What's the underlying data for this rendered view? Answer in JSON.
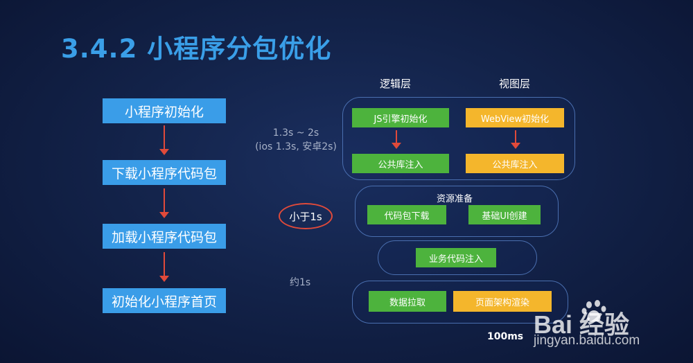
{
  "title": "3.4.2 小程序分包优化",
  "steps": [
    "小程序初始化",
    "下载小程序代码包",
    "加载小程序代码包",
    "初始化小程序首页"
  ],
  "columns": {
    "logic": "逻辑层",
    "view": "视图层"
  },
  "timing": {
    "init_line1": "1.3s ~ 2s",
    "init_line2": "(ios 1.3s, 安卓2s)",
    "load": "小于1s",
    "first_page": "约1s",
    "render": "100ms"
  },
  "group1": {
    "logic_top": "JS引擎初始化",
    "view_top": "WebView初始化",
    "logic_bottom": "公共库注入",
    "view_bottom": "公共库注入"
  },
  "group2": {
    "label": "资源准备",
    "left": "代码包下载",
    "right": "基础UI创建"
  },
  "group3": {
    "box": "业务代码注入"
  },
  "group4": {
    "left": "数据拉取",
    "right": "页面架构渲染"
  },
  "watermark": {
    "logo": "Bai 经验",
    "url": "jingyan.baidu.com"
  },
  "colors": {
    "accent": "#3a9de8",
    "green": "#4db33d",
    "yellow": "#f4b62c",
    "arrow": "#e04a3a"
  }
}
